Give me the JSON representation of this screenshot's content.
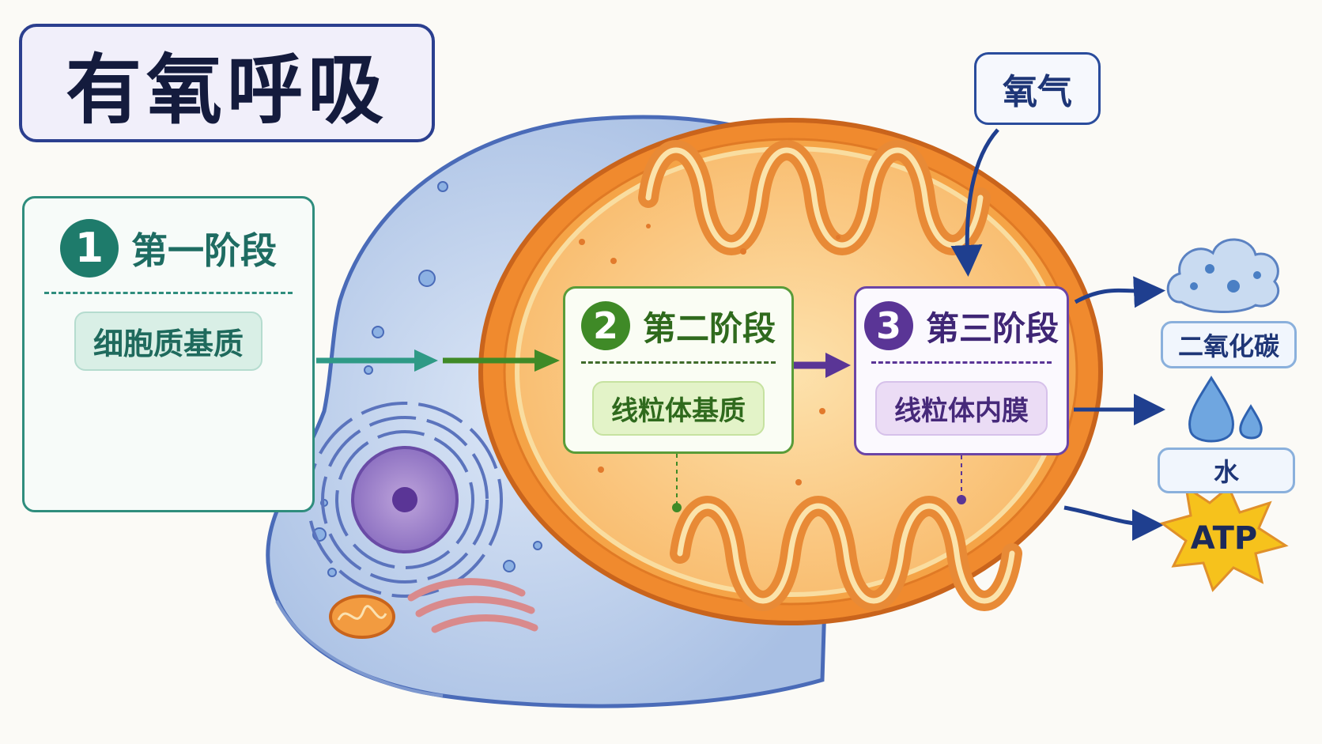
{
  "title": "有氧呼吸",
  "oxygen": "氧气",
  "stages": [
    {
      "number": "1",
      "name": "第一阶段",
      "location": "细胞质基质"
    },
    {
      "number": "2",
      "name": "第二阶段",
      "location": "线粒体基质"
    },
    {
      "number": "3",
      "name": "第三阶段",
      "location": "线粒体内膜"
    }
  ],
  "products": {
    "co2": "二氧化碳",
    "water": "水",
    "atp": "ATP"
  },
  "colors": {
    "stage1": "#1e7b6b",
    "stage2": "#3f8a27",
    "stage3": "#5a3596",
    "mitochondrion": "#f08a2e",
    "cell": "#b7cdea",
    "arrow_blue": "#1f3f8f",
    "atp_star": "#f6c21c"
  }
}
